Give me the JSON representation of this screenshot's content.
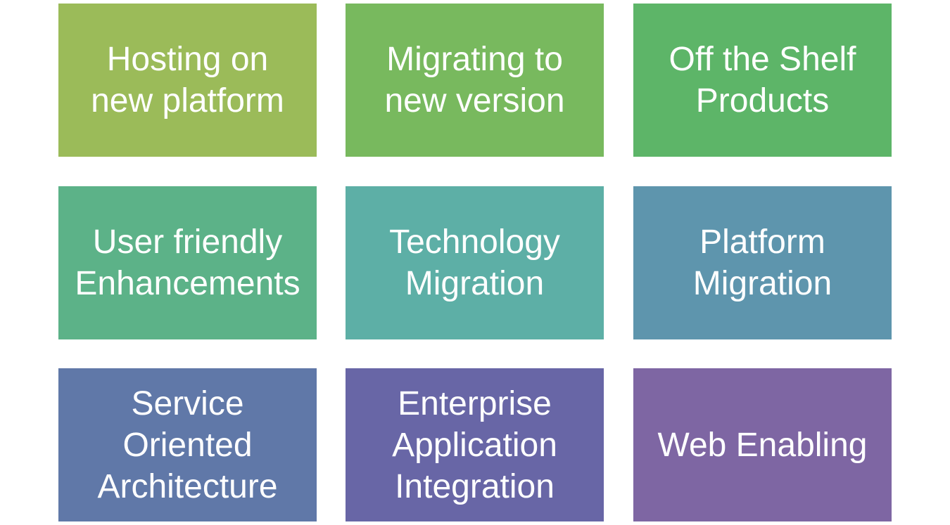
{
  "tiles": [
    {
      "text": "Hosting on\nnew platform",
      "color": "#9bbb59"
    },
    {
      "text": "Migrating to\nnew version",
      "color": "#78b95e"
    },
    {
      "text": "Off the Shelf\nProducts",
      "color": "#5db568"
    },
    {
      "text": "User friendly\nEnhancements",
      "color": "#5cb288"
    },
    {
      "text": "Technology\nMigration",
      "color": "#5dafa6"
    },
    {
      "text": "Platform\nMigration",
      "color": "#5e95ad"
    },
    {
      "text": "Service\nOriented\nArchitecture",
      "color": "#6078a8"
    },
    {
      "text": "Enterprise\nApplication\nIntegration",
      "color": "#6866a6"
    },
    {
      "text": "Web Enabling",
      "color": "#7e66a3"
    }
  ]
}
